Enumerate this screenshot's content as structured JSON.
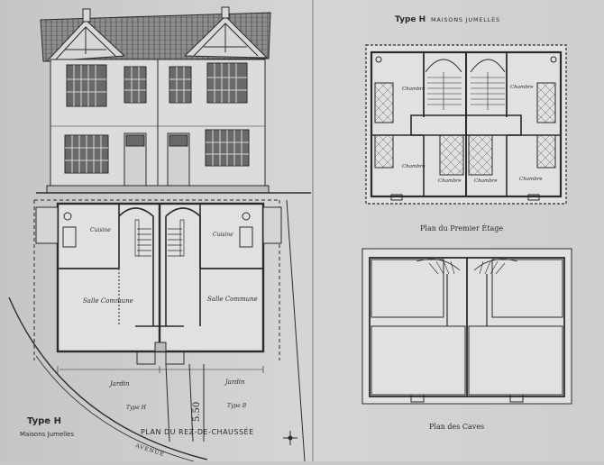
{
  "right_title": {
    "type": "Type H",
    "subtitle": "MAISONS JUMELLES"
  },
  "left_title": {
    "type": "Type H",
    "subtitle": "Maisons Jumelles"
  },
  "plans": {
    "first_floor": "Plan du Premier Étage",
    "ground_floor": "PLAN DU REZ-DE-CHAUSSÉE",
    "cellars": "Plan des Caves"
  },
  "rooms": {
    "chambre": "Chambre",
    "cuisine": "Cuisine",
    "salle_commune": "Salle Commune",
    "jardin": "Jardin"
  },
  "ground_labels": {
    "type_h": "Type H",
    "type_b": "Type B",
    "width": "5.50",
    "avenue": "AVENUE"
  },
  "palette": {
    "paper": "#dcdbd9",
    "ink": "#2b2b2b",
    "fill": "#e8e7e5"
  }
}
